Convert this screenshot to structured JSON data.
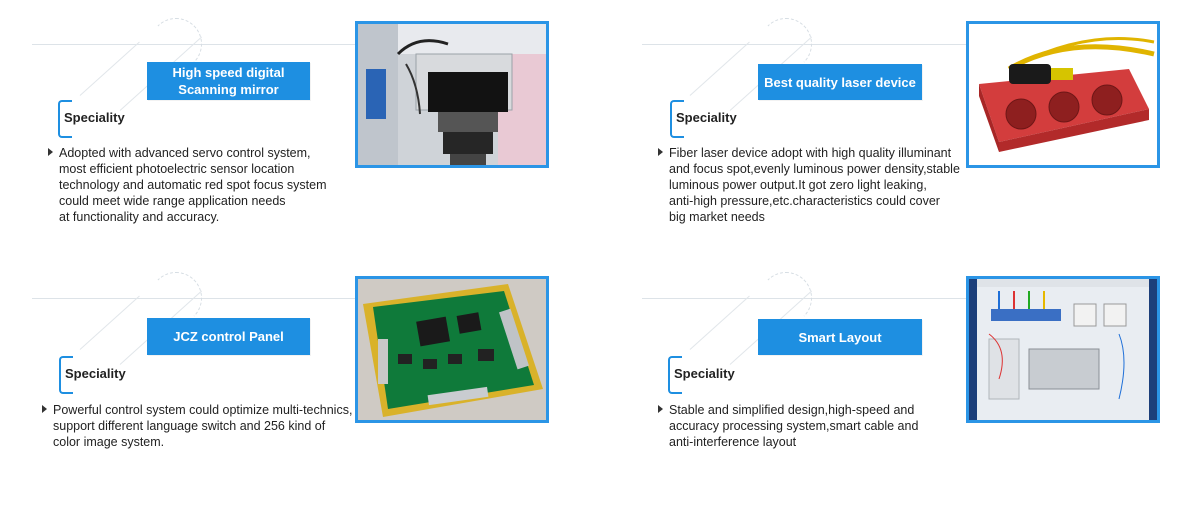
{
  "features": [
    {
      "id": "scanning-mirror",
      "title_lines": [
        "High speed digital",
        "Scanning mirror"
      ],
      "speciality_label": "Speciality",
      "description_lines": [
        "Adopted with advanced servo control system,",
        "most efficient photoelectric sensor location",
        "technology and automatic red spot focus system",
        "could meet wide range application needs",
        "at functionality and accuracy."
      ],
      "image": "scanning-mirror-photo"
    },
    {
      "id": "laser-device",
      "title_lines": [
        "Best quality laser device"
      ],
      "speciality_label": "Speciality",
      "description_lines": [
        "Fiber laser device adopt with high quality illuminant",
        "and focus spot,evenly luminous power density,stable",
        "luminous power output.It got zero light leaking,",
        "anti-high pressure,etc.characteristics could cover",
        "big market needs"
      ],
      "image": "laser-source-photo"
    },
    {
      "id": "control-panel",
      "title_lines": [
        "JCZ control Panel"
      ],
      "speciality_label": "Speciality",
      "description_lines": [
        "Powerful control system could optimize multi-technics,",
        "support different language switch and 256 kind of",
        "color image system."
      ],
      "image": "control-board-photo"
    },
    {
      "id": "smart-layout",
      "title_lines": [
        "Smart Layout"
      ],
      "speciality_label": "Speciality",
      "description_lines": [
        "Stable and simplified design,high-speed and",
        "accuracy processing system,smart cable and",
        "anti-interference layout"
      ],
      "image": "electrical-cabinet-photo"
    }
  ],
  "colors": {
    "accent": "#1e8fe1",
    "frame": "#2b95e6",
    "text": "#222222"
  }
}
